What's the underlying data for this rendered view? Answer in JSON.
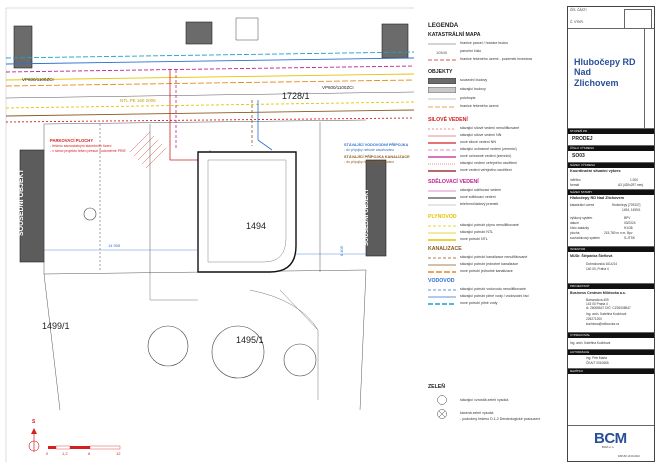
{
  "plan": {
    "labels": {
      "neighbor_left": "SOUSEDNÍ OBJEKT",
      "neighbor_right": "SOUSEDNÍ OBJEKT",
      "parcel_1494": "1494",
      "parcel_1728": "1728/1",
      "parcel_1499": "1499/1",
      "parcel_1495": "1495/1",
      "vp600_left": "VP600/1100ZCI",
      "vp600_right": "VP600/1100ZCI",
      "ntl": "NTL PE 160 2006",
      "parking_note": "PARKOVACÍ PLOCHY",
      "parking_sub1": "- řešeno samostatným stavebním řízení",
      "parking_sub2": "- v rámci projektu řešen přesun vodoměrné PRIE",
      "water_note1": "STÁVAJÍCÍ VODOVODNÍ PŘÍPOJKA",
      "water_note2": "- do přípojky nebude zasahováno",
      "sewer_note1": "STÁVAJÍCÍ PŘÍPOJKA KANALIZACE",
      "sewer_note2": "- do přípojky nebude zasahováno",
      "dist_1": "14 905",
      "dist_2": "8 405",
      "north": "S",
      "scale_vals": [
        "0",
        "1,2",
        "6",
        "12"
      ]
    }
  },
  "legend": {
    "title": "LEGENDA",
    "kat_title": "KATASTRÁLNÍ MAPA",
    "kat_items": [
      "hranice parcel / hranice budov",
      "parcelní číslo",
      "hranice řešeného území - pozemek investora"
    ],
    "obj_title": "OBJEKTY",
    "obj_items": [
      "sousední budovy",
      "stávající budovy",
      "polohopis",
      "hranice řešeného území"
    ],
    "silove_title": "SILOVÉ VEDENÍ",
    "silove_items": [
      "stávající silové vedení nenulifikované",
      "stávající silové vedení NN",
      "nové silové vedení NN",
      "stávající ochranné vedení (zemnicí)",
      "nové ochranné vedení (zemnicí)",
      "stávající vedení veřejného osvětlení",
      "nové vedení veřejného osvětlení"
    ],
    "slabo_title": "SDĚLOVACÍ VEDENÍ",
    "slabo_items": [
      "stávající sdělovací vedení",
      "nové sdělovací vedení",
      "telefonní/datový pramek"
    ],
    "plyn_title": "PLYNOVOD",
    "plyn_items": [
      "stávající potrubí plynu nenulifikované",
      "stávající potrubí NTL",
      "nové potrubí NTL"
    ],
    "kan_title": "KANALIZACE",
    "kan_items": [
      "stávající potrubí kanalizace nenulifikované",
      "stávající potrubí jednotné kanalizace",
      "nové potrubí jednotné kanalizace"
    ],
    "vod_title": "VODOVOD",
    "vod_items": [
      "stávající potrubí vodovodu nenulifikované",
      "stávající potrubí pitné vody / vodovodní řad",
      "nové potrubí pitné vody"
    ],
    "zelen_title": "ZELEŇ",
    "zelen_items": [
      "stávající vzrostlá zeleň vysoká",
      "kácená zeleň vysoká",
      "- podrobný řešeno D.1.2 Dendrologické posouzení"
    ],
    "colors": {
      "red": "#d12020",
      "magenta": "#c0208f",
      "orange": "#e8891a",
      "yellow": "#e5c400",
      "blue": "#2d6fd1",
      "brown": "#8a5a1e",
      "cyan": "#1aa3c7",
      "green": "#3a9b3a"
    }
  },
  "title_block": {
    "c_casti": "ČÍS. ČÁSTI",
    "c_vykr": "Č. VÝKR.",
    "project_title": "Hlubočepy RD Nad Zlichovem",
    "stupen_hd": "STUPEŇ PD",
    "stupen": "PRODEJ",
    "cislo_hd": "ČÍSLO VÝKRESU",
    "cislo": "SO03",
    "nazev_hd": "NÁZEV VÝKRESU",
    "nazev": "Koordinační situační výkres",
    "meritko_l": "měřítko",
    "meritko_v": "1:200",
    "format_l": "formát",
    "format_v": "A3 (420x297 mm)",
    "stavba_hd": "NÁZEV STAVBY",
    "stavba": "Hlubočepy RD Nad Zlichovem",
    "ku_l": "katastrální území",
    "ku_v": "Hlubočepy [729337]",
    "parc_v": "1494, 1495/1",
    "sys_l": "výškový systém",
    "sys_v": "BPV",
    "datum_l": "datum",
    "datum_v": "03/2024",
    "zak_l": "číslo zakázky",
    "zak_v": "H1/38",
    "plocha_l": "plocha",
    "plocha_v": "215,780 m n.m. Bpv",
    "sour_l": "souřadnicový systém",
    "sour_v": "S-JTSK",
    "invest_hd": "INVESTOR",
    "invest": "MUDr. Štěpánka Šteflová",
    "invest_a1": "Dobrošovská 1614/14",
    "invest_a2": "140 00, Praha 4",
    "proj_hd": "PROJEKTANT",
    "proj": "Business Centrum Milíčovka a.s.",
    "proj_a1": "Barrandova 409",
    "proj_a2": "143 00 Praha 4",
    "proj_a3": "ič: 26008547 DIČ: CZ26008547",
    "proj_c": "Ing. arch. Kateřina Kuchtová",
    "proj_t": "225271200",
    "proj_e": "kuchtova@milicovka.cz",
    "vypr_hd": "VYPRACOVAL",
    "vypr": "Ing. arch. Kateřina Kuchtová",
    "auth_hd": "AUTORIZACE",
    "auth1": "Ing. Petr Maňá",
    "auth2": "ČKAIT 0010665",
    "razitko_hd": "RAZÍTKO",
    "logo": "BCM",
    "logo_sub": "BCM s.r.o.",
    "footer": "DATUM: 19.03.2024"
  }
}
